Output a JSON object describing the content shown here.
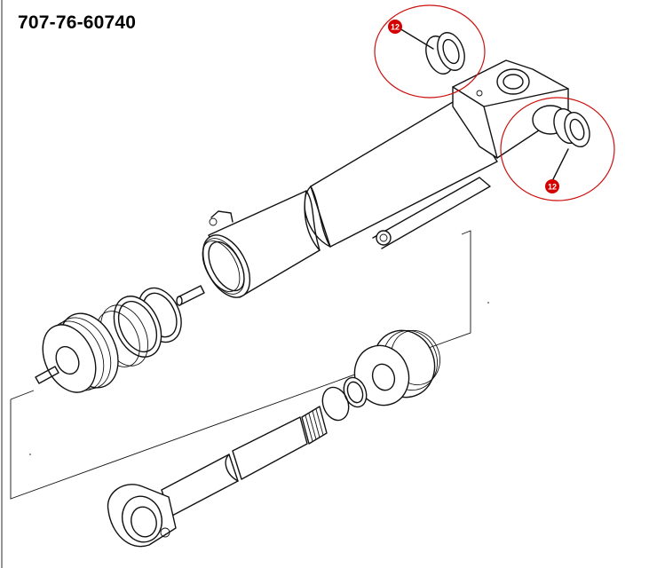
{
  "header": {
    "part_number": "707-76-60740"
  },
  "callouts": [
    {
      "id": "callout-top",
      "label": "12"
    },
    {
      "id": "callout-right",
      "label": "12"
    }
  ],
  "colors": {
    "callout_red": "#cc1111",
    "callout_fill": "#d40000",
    "line": "#111111"
  }
}
